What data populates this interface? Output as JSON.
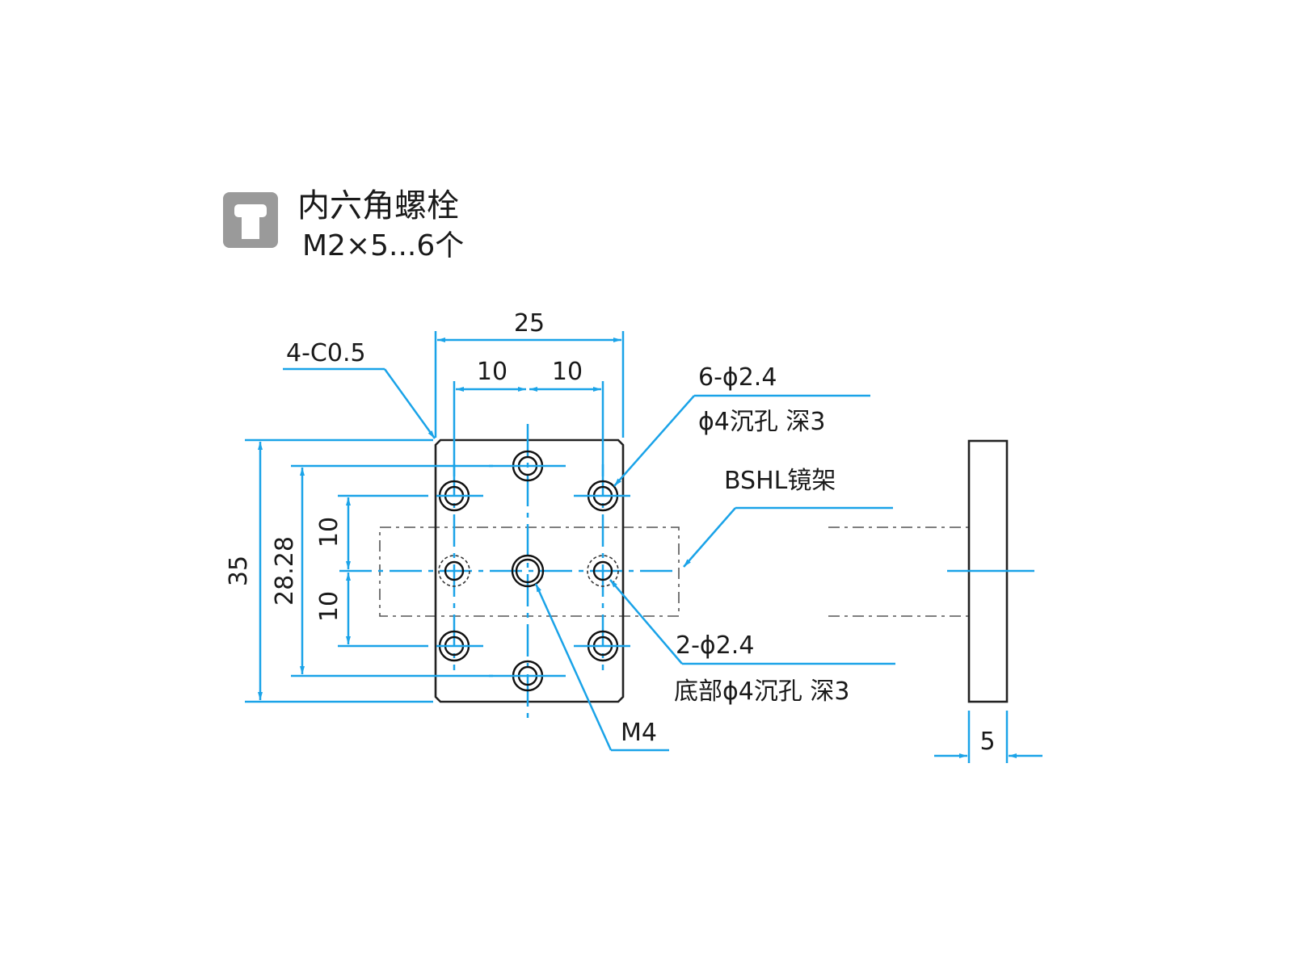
{
  "legend": {
    "icon": "hex-socket-bolt-icon",
    "icon_color": "#9a9a9a",
    "title": "内六角螺栓",
    "spec": "M2×5...6个"
  },
  "colors": {
    "dimension": "#1aa3e8",
    "outline": "#222222",
    "text": "#1a1a1a"
  },
  "dimensions": {
    "width_total": "25",
    "hole_pitch_left": "10",
    "hole_pitch_right": "10",
    "height_total": "35",
    "height_outer_holes": "28.28",
    "vpitch_upper": "10",
    "vpitch_lower": "10",
    "thickness": "5"
  },
  "callouts": {
    "chamfer": "4-C0.5",
    "top_holes_line1": "6-ϕ2.4",
    "top_holes_line2": "ϕ4沉孔 深3",
    "mount": "BSHL镜架",
    "bottom_holes_line1": "2-ϕ2.4",
    "bottom_holes_line2": "底部ϕ4沉孔 深3",
    "center_thread": "M4"
  }
}
